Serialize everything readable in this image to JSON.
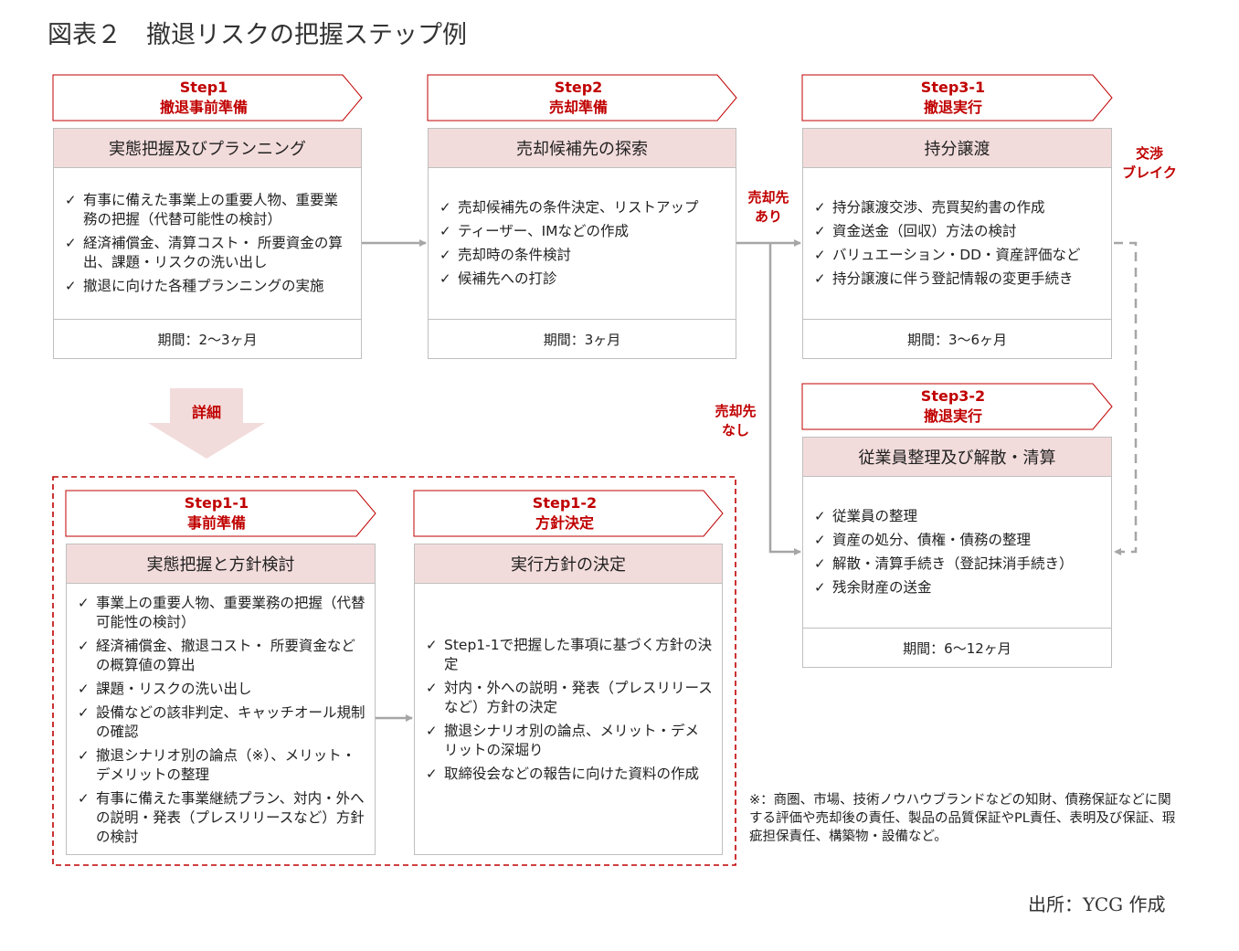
{
  "title": "図表２　撤退リスクの把握ステップ例",
  "source": "出所：YCG 作成",
  "colors": {
    "accent": "#c00000",
    "box_header_fill": "#f2dcdb",
    "border": "#bfbfbf",
    "arrow": "#a6a6a6"
  },
  "steps": {
    "step1": {
      "label": "Step1",
      "sublabel": "撤退事前準備",
      "box_title": "実態把握及びプランニング",
      "items": [
        "有事に備えた事業上の重要人物、重要業務の把握（代替可能性の検討）",
        "経済補償金、清算コスト・ 所要資金の算出、課題・リスクの洗い出し",
        "撤退に向けた各種プランニングの実施"
      ],
      "period": "期間：2～3ヶ月"
    },
    "step2": {
      "label": "Step2",
      "sublabel": "売却準備",
      "box_title": "売却候補先の探索",
      "items": [
        "売却候補先の条件決定、リストアップ",
        "ティーザー、IMなどの作成",
        "売却時の条件検討",
        "候補先への打診"
      ],
      "period": "期間：3ヶ月"
    },
    "step3_1": {
      "label": "Step3-1",
      "sublabel": "撤退実行",
      "box_title": "持分譲渡",
      "items": [
        "持分譲渡交渉、売買契約書の作成",
        "資金送金（回収）方法の検討",
        "バリュエーション・DD・資産評価など",
        "持分譲渡に伴う登記情報の変更手続き"
      ],
      "period": "期間：3～6ヶ月"
    },
    "step3_2": {
      "label": "Step3-2",
      "sublabel": "撤退実行",
      "box_title": "従業員整理及び解散・清算",
      "items": [
        "従業員の整理",
        "資産の処分、債権・債務の整理",
        "解散・清算手続き（登記抹消手続き）",
        "残余財産の送金"
      ],
      "period": "期間：6～12ヶ月"
    },
    "step1_1": {
      "label": "Step1-1",
      "sublabel": "事前準備",
      "box_title": "実態把握と方針検討",
      "items": [
        "事業上の重要人物、重要業務の把握（代替可能性の検討）",
        "経済補償金、撤退コスト・ 所要資金などの概算値の算出",
        "課題・リスクの洗い出し",
        "設備などの該非判定、キャッチオール規制の確認",
        "撤退シナリオ別の論点（※）、メリット・デメリットの整理",
        "有事に備えた事業継続プラン、対内・外への説明・発表（プレスリリースなど）方針の検討"
      ]
    },
    "step1_2": {
      "label": "Step1-2",
      "sublabel": "方針決定",
      "box_title": "実行方針の決定",
      "items": [
        "Step1-1で把握した事項に基づく方針の決定",
        "対内・外への説明・発表（プレスリリースなど）方針の決定",
        "撤退シナリオ別の論点、メリット・デメリットの深堀り",
        "取締役会などの報告に向けた資料の作成"
      ]
    }
  },
  "labels": {
    "buyer_yes": [
      "売却先",
      "あり"
    ],
    "buyer_no": [
      "売却先",
      "なし"
    ],
    "negotiation_break": [
      "交渉",
      "ブレイク"
    ],
    "detail": "詳細"
  },
  "note": "※：商圏、市場、技術ノウハウブランドなどの知財、債務保証などに関する評価や売却後の責任、製品の品質保証やPL責任、表明及び保証、瑕疵担保責任、構築物・設備など。"
}
